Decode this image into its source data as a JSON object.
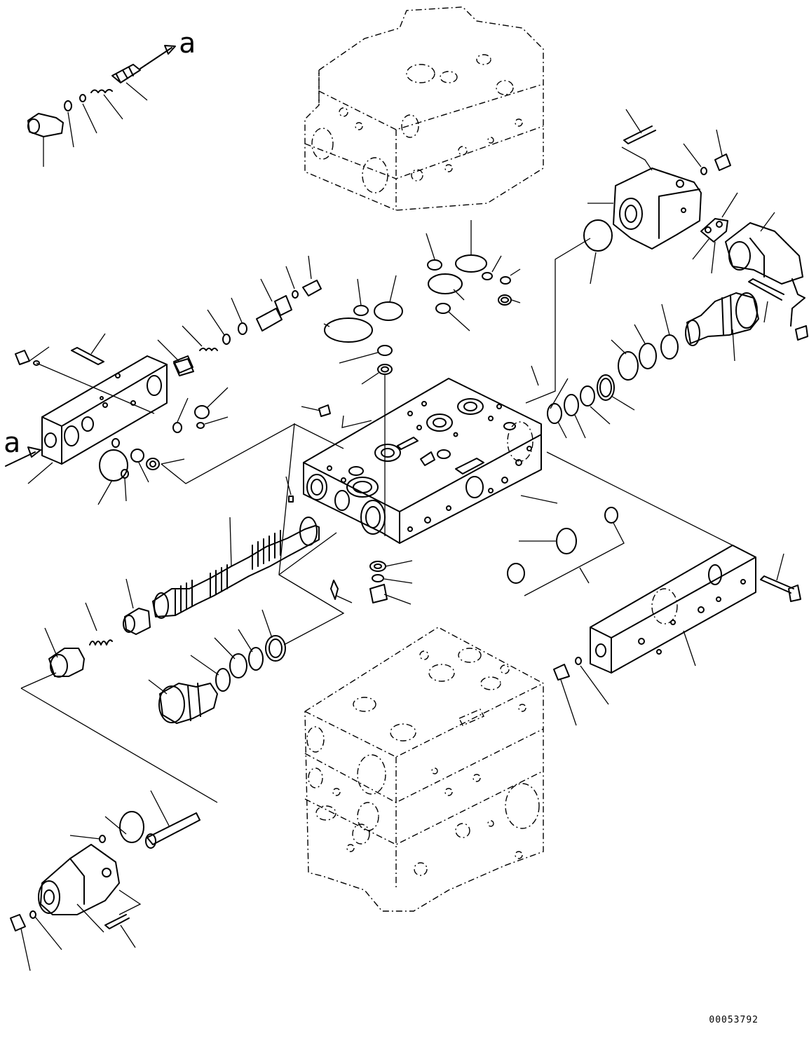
{
  "diagram": {
    "ref_label_top": "a",
    "ref_label_left": "a",
    "drawing_number": "00053792"
  }
}
